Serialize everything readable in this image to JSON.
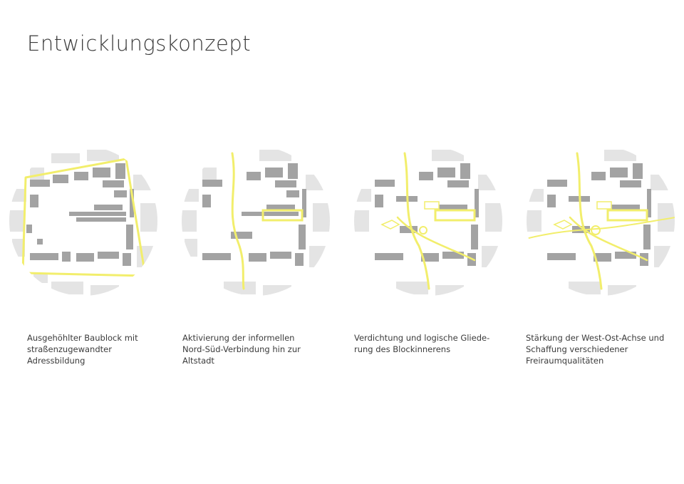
{
  "title": "Entwicklungskonzept",
  "colors": {
    "accent": "#f2ee6c",
    "building": "#a3a3a3",
    "building_light": "#e4e4e4",
    "text": "#3b3b3b"
  },
  "panels": [
    {
      "caption": [
        "Ausgehöhlter Baublock mit",
        "straßenzugewandter",
        "Adressbildung"
      ]
    },
    {
      "caption": [
        "Aktivierung der informellen",
        "Nord-Süd-Verbindung hin zur",
        "Altstadt"
      ]
    },
    {
      "caption": [
        "Verdichtung und logische Gliede-",
        "rung des Blockinnerens"
      ]
    },
    {
      "caption": [
        "Stärkung der West-Ost-Achse und",
        "Schaffung verschiedener",
        "Freiraumqualitäten"
      ]
    }
  ]
}
